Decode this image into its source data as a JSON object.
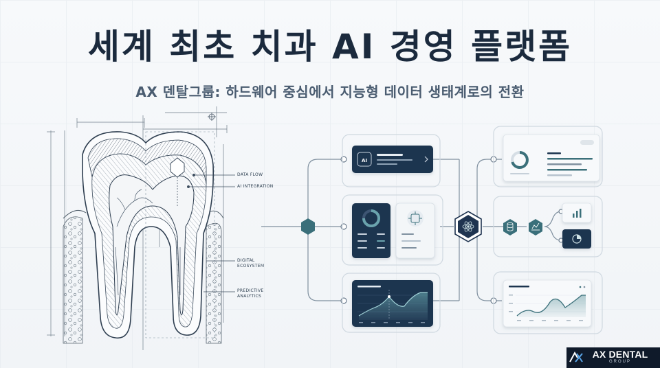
{
  "title": "세계 최초 치과 AI 경영 플랫폼",
  "subtitle": "AX 덴탈그룹: 하드웨어 중심에서 지능형 데이터 생태계로의 전환",
  "tooth_labels": {
    "data_flow": "DATA FLOW",
    "ai_integration": "AI INTEGRATION",
    "digital_ecosystem": [
      "DIGITAL",
      "ECOSYSTEM"
    ],
    "predictive_analytics": [
      "PREDICTIVE",
      "ANALYTICS"
    ]
  },
  "logo": {
    "mark": "AX",
    "name": "AX DENTAL",
    "sub": "GROUP"
  },
  "colors": {
    "navy": "#1f3450",
    "teal": "#3a6f7a",
    "accent": "#4a8c96",
    "line": "#7f909f"
  },
  "icons": [
    "ai-chip-icon",
    "chevron-right-icon",
    "ai-brain-icon",
    "atom-hub-icon",
    "database-icon",
    "analytics-icon",
    "bar-chart-icon",
    "pie-chart-icon"
  ]
}
